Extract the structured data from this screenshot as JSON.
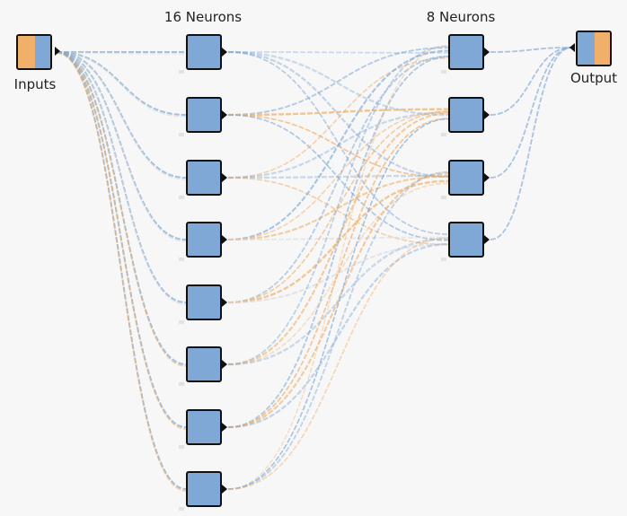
{
  "layers": {
    "hidden1_label": "16 Neurons",
    "hidden2_label": "8 Neurons"
  },
  "io": {
    "input_label": "Inputs",
    "output_label": "Output"
  },
  "colors": {
    "node_fill": "#7fa8d6",
    "positive_weight": "#f0b06a",
    "negative_weight": "#7fa8d6",
    "neutral_weight": "#d9d9d9",
    "background": "#f7f7f7"
  },
  "network": {
    "hidden1_visible_nodes": 8,
    "hidden2_visible_nodes": 4
  }
}
